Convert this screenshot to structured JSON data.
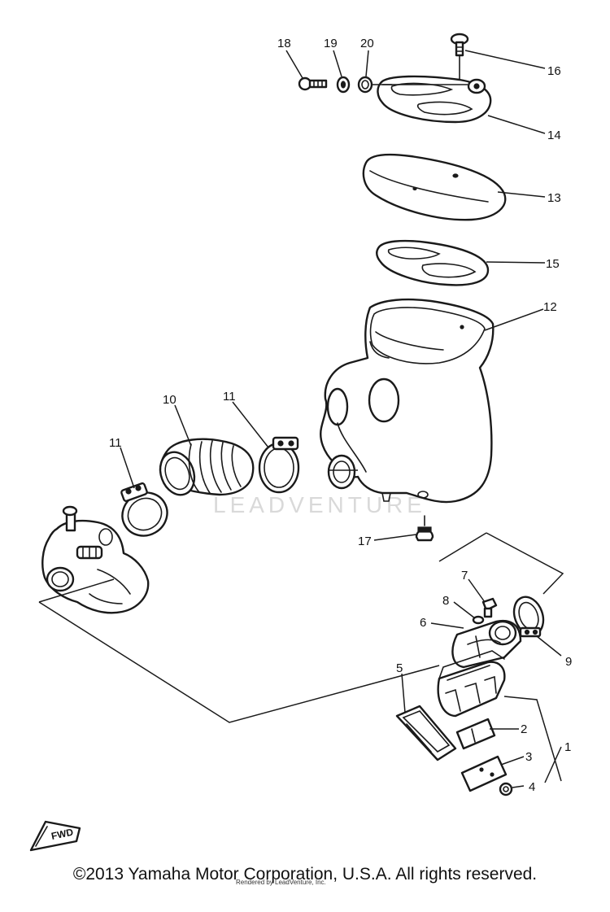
{
  "watermark": "LEADVENTURE",
  "fwd_label": "FWD",
  "copyright": "©2013 Yamaha Motor Corporation, U.S.A. All rights reserved.",
  "credit": "Rendered by LeadVenture, Inc.",
  "callouts": {
    "c1": "1",
    "c2": "2",
    "c3": "3",
    "c4": "4",
    "c5": "5",
    "c6": "6",
    "c7": "7",
    "c8": "8",
    "c9": "9",
    "c10": "10",
    "c11a": "11",
    "c11b": "11",
    "c12": "12",
    "c13": "13",
    "c14": "14",
    "c15": "15",
    "c16": "16",
    "c17": "17",
    "c18": "18",
    "c19": "19",
    "c20": "20"
  }
}
